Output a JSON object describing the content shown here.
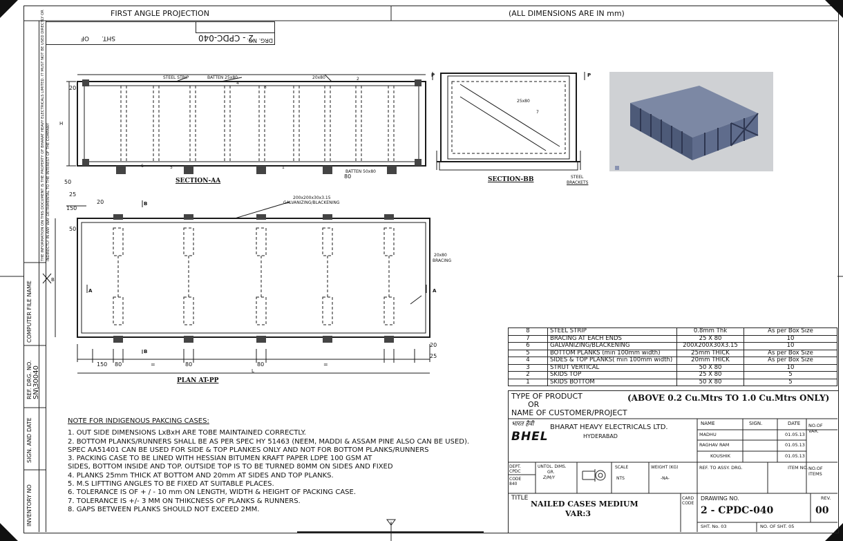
{
  "header": {
    "projection": "FIRST ANGLE PROJECTION",
    "dims_note": "(ALL DIMENSIONS ARE IN mm)",
    "drg_no_label": "DRG. NO.",
    "drg_no_value": "2 - CPDC-040",
    "sht_label": "SHT.",
    "of_label": "OF"
  },
  "left_strip": {
    "notice": "THE INFORMATION ON THIS DOCUMENT IS THE PROPERTY OF BHARAT HEAVY ELECTRICALS LIMITED. IT MUST NOT BE USED DIRECTLY OR INDIRECTLY IN ANY WAY DETRIMENTAL TO THE INTEREST OF THE COMPANY",
    "computer_file_name": "COMPUTER FILE NAME",
    "ref_drg_no": "REF. DRG. NO.",
    "ref_value": "SN\\30040",
    "sign_and_date": "SIGN. AND DATE",
    "inventory_no": "INVENTORY NO"
  },
  "views": {
    "section_aa": "SECTION-AA",
    "section_bb": "SECTION-BB",
    "plan_pp": "PLAN AT-PP",
    "labels": {
      "steel_strip": "STEEL STRIP",
      "batten_25x80": "BATTEN 25x80",
      "s20x80": "20x80",
      "s25x80": "25x80",
      "batten_50x80": "BATTEN 50x80",
      "steel": "STEEL",
      "brackets": "BRACKETS",
      "galv1": "200x200x30x3.15",
      "galv2": "GALVANIZING/BLACKENING",
      "bracing_size": "20x80",
      "bracing": "BRACING",
      "H": "H",
      "B": "B",
      "L": "L",
      "P": "P",
      "A": "A",
      "eq": "="
    },
    "callouts": [
      "1",
      "2",
      "3",
      "4",
      "5",
      "6",
      "7"
    ],
    "dims": [
      "20",
      "50",
      "25",
      "80",
      "150",
      "20",
      "25",
      "50",
      "20",
      "80",
      "80",
      "80",
      "150"
    ]
  },
  "notes": {
    "title": "NOTE FOR INDIGENOUS PAKCING CASES:",
    "items": [
      "1. OUT SIDE DIMENSIONS LxBxH ARE TOBE MAINTAINED CORRECTLY.",
      "2. BOTTOM PLANKS/RUNNERS SHALL BE AS PER SPEC HY 51463 (NEEM, MADDI & ASSAM PINE ALSO CAN BE USED).",
      "    SPEC AA51401 CAN BE USED FOR SIDE & TOP PLANKES ONLY AND NOT FOR BOTTOM PLANKS/RUNNERS",
      "3. PACKING CASE TO BE LINED WITH HESSIAN BITUMEN KRAFT PAPER  LDPE 100 GSM AT",
      "    SIDES, BOTTOM INSIDE AND TOP. OUTSIDE TOP IS TO BE TURNED 80MM ON SIDES AND FIXED",
      "4. PLANKS 25mm THICK AT BOTTOM AND 20mm AT SIDES AND TOP PLANKS.",
      "5. M.S LIFTTING ANGLES TO BE FIXED AT SUITABLE PLACES.",
      "6. TOLERANCE IS OF    +  /  - 10 mm  ON LENGTH, WIDTH & HEIGHT OF PACKING CASE.",
      "7. TOLERANCE IS    +/-   3 MM  ON THIKCNESS OF PLANKS & RUNNERS.",
      "8. GAPS BETWEEN PLANKS SHOULD NOT EXCEED 2MM."
    ]
  },
  "bom": [
    [
      "8",
      "STEEL STRIP",
      "0.8mm Thk",
      "As per Box Size"
    ],
    [
      "7",
      "BRACING AT EACH ENDS",
      "25 X 80",
      "10"
    ],
    [
      "6",
      "GALVANIZING/BLACKENING",
      "200X200X30X3.15",
      "10"
    ],
    [
      "5",
      "BOTTOM PLANKS (min 100mm width)",
      "25mm THICK",
      "As per Box Size"
    ],
    [
      "4",
      "SIDES & TOP PLANKS( min 100mm width)",
      "20mm THICK",
      "As per Box Size"
    ],
    [
      "3",
      "STRUT VERTICAL",
      "50 X 80",
      "10"
    ],
    [
      "2",
      "SKIDS TOP",
      "25 X 80",
      "5"
    ],
    [
      "1",
      "SKIDS BOTTOM",
      "50 X 80",
      "5"
    ]
  ],
  "title_block": {
    "type_of_product": "TYPE OF PRODUCT",
    "or": "OR",
    "name_of_customer": "NAME OF CUSTOMER/PROJECT",
    "volume_range": "(ABOVE 0.2 Cu.Mtrs TO 1.0 Cu.Mtrs ONLY)",
    "company": "BHARAT HEAVY ELECTRICALS LTD.",
    "city": "HYDERABAD",
    "logo_hindi": "भारत हैवी",
    "logo_text": "BHEL",
    "col_name": "NAME",
    "col_sign": "SIGN.",
    "col_date": "DATE",
    "no_of_var": "NO.OF VAR.",
    "names": [
      "MADHU",
      "RAGHAV RAM",
      "KOUSHIK"
    ],
    "dates": [
      "01.05.13",
      "01.05.13",
      "01.05.13"
    ],
    "dept_label": "DEPT. CPDC",
    "code_label": "CODE 840",
    "untol_dims": "UNTOL. DIMS.",
    "gr": "GR.",
    "gr_value": "Z/M/Y",
    "scale_label": "SCALE",
    "scale_value": "NTS",
    "weight_label": "WEIGHT (KG)",
    "weight_value": "-NA-",
    "ref_assy": "REF. TO ASSY. DRG.",
    "item_no": "ITEM NO.",
    "no_of_items": "NO.OF ITEMS",
    "title_label": "TITLE",
    "title_line1": "NAILED CASES MEDIUM",
    "title_line2": "VAR:3",
    "card_code": "CARD CODE",
    "drawing_no_label": "DRAWING NO.",
    "drawing_no": "2 - CPDC-040",
    "rev_label": "REV.",
    "rev": "00",
    "sht_no": "SHT. No. 03",
    "no_of_sht": "NO. OF SHT. 05"
  },
  "colors": {
    "line": "#1a1a1a",
    "box3d": "#5d6a86",
    "box3d_bg": "#cfd1d4"
  }
}
